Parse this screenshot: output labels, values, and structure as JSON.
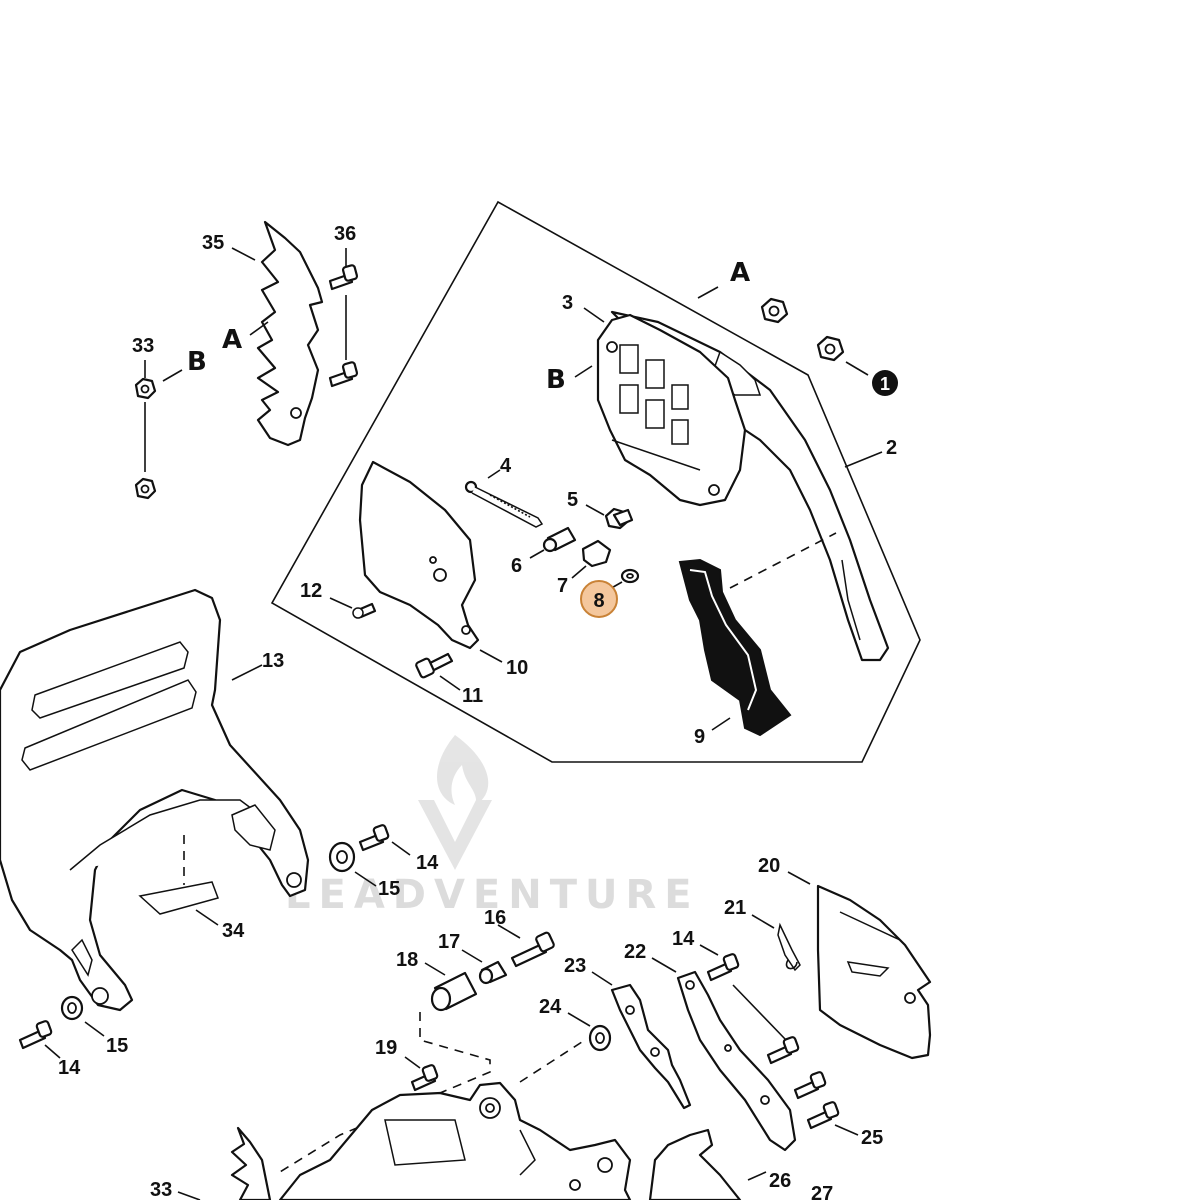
{
  "diagram": {
    "watermark": "LEADVENTURE",
    "highlight_color": "#f4c79d",
    "highlight_stroke": "#c98236",
    "callouts": [
      {
        "id": "c1",
        "text": "1"
      },
      {
        "id": "c2",
        "text": "2"
      },
      {
        "id": "c3",
        "text": "3"
      },
      {
        "id": "c4",
        "text": "4"
      },
      {
        "id": "c5",
        "text": "5"
      },
      {
        "id": "c6",
        "text": "6"
      },
      {
        "id": "c7",
        "text": "7"
      },
      {
        "id": "c8",
        "text": "8"
      },
      {
        "id": "c9",
        "text": "9"
      },
      {
        "id": "c10",
        "text": "10"
      },
      {
        "id": "c11",
        "text": "11"
      },
      {
        "id": "c12",
        "text": "12"
      },
      {
        "id": "c13",
        "text": "13"
      },
      {
        "id": "c14a",
        "text": "14"
      },
      {
        "id": "c14b",
        "text": "14"
      },
      {
        "id": "c14c",
        "text": "14"
      },
      {
        "id": "c15a",
        "text": "15"
      },
      {
        "id": "c15b",
        "text": "15"
      },
      {
        "id": "c16",
        "text": "16"
      },
      {
        "id": "c17",
        "text": "17"
      },
      {
        "id": "c18",
        "text": "18"
      },
      {
        "id": "c19",
        "text": "19"
      },
      {
        "id": "c20",
        "text": "20"
      },
      {
        "id": "c21",
        "text": "21"
      },
      {
        "id": "c22",
        "text": "22"
      },
      {
        "id": "c23",
        "text": "23"
      },
      {
        "id": "c24",
        "text": "24"
      },
      {
        "id": "c25",
        "text": "25"
      },
      {
        "id": "c26",
        "text": "26"
      },
      {
        "id": "c27",
        "text": "27"
      },
      {
        "id": "c33a",
        "text": "33"
      },
      {
        "id": "c33b",
        "text": "33"
      },
      {
        "id": "c34",
        "text": "34"
      },
      {
        "id": "c35",
        "text": "35"
      },
      {
        "id": "c36",
        "text": "36"
      }
    ],
    "markers": [
      {
        "id": "mA1",
        "text": "A"
      },
      {
        "id": "mA2",
        "text": "A"
      },
      {
        "id": "mB1",
        "text": "B"
      },
      {
        "id": "mB2",
        "text": "B"
      }
    ],
    "highlighted_callout": "8"
  }
}
